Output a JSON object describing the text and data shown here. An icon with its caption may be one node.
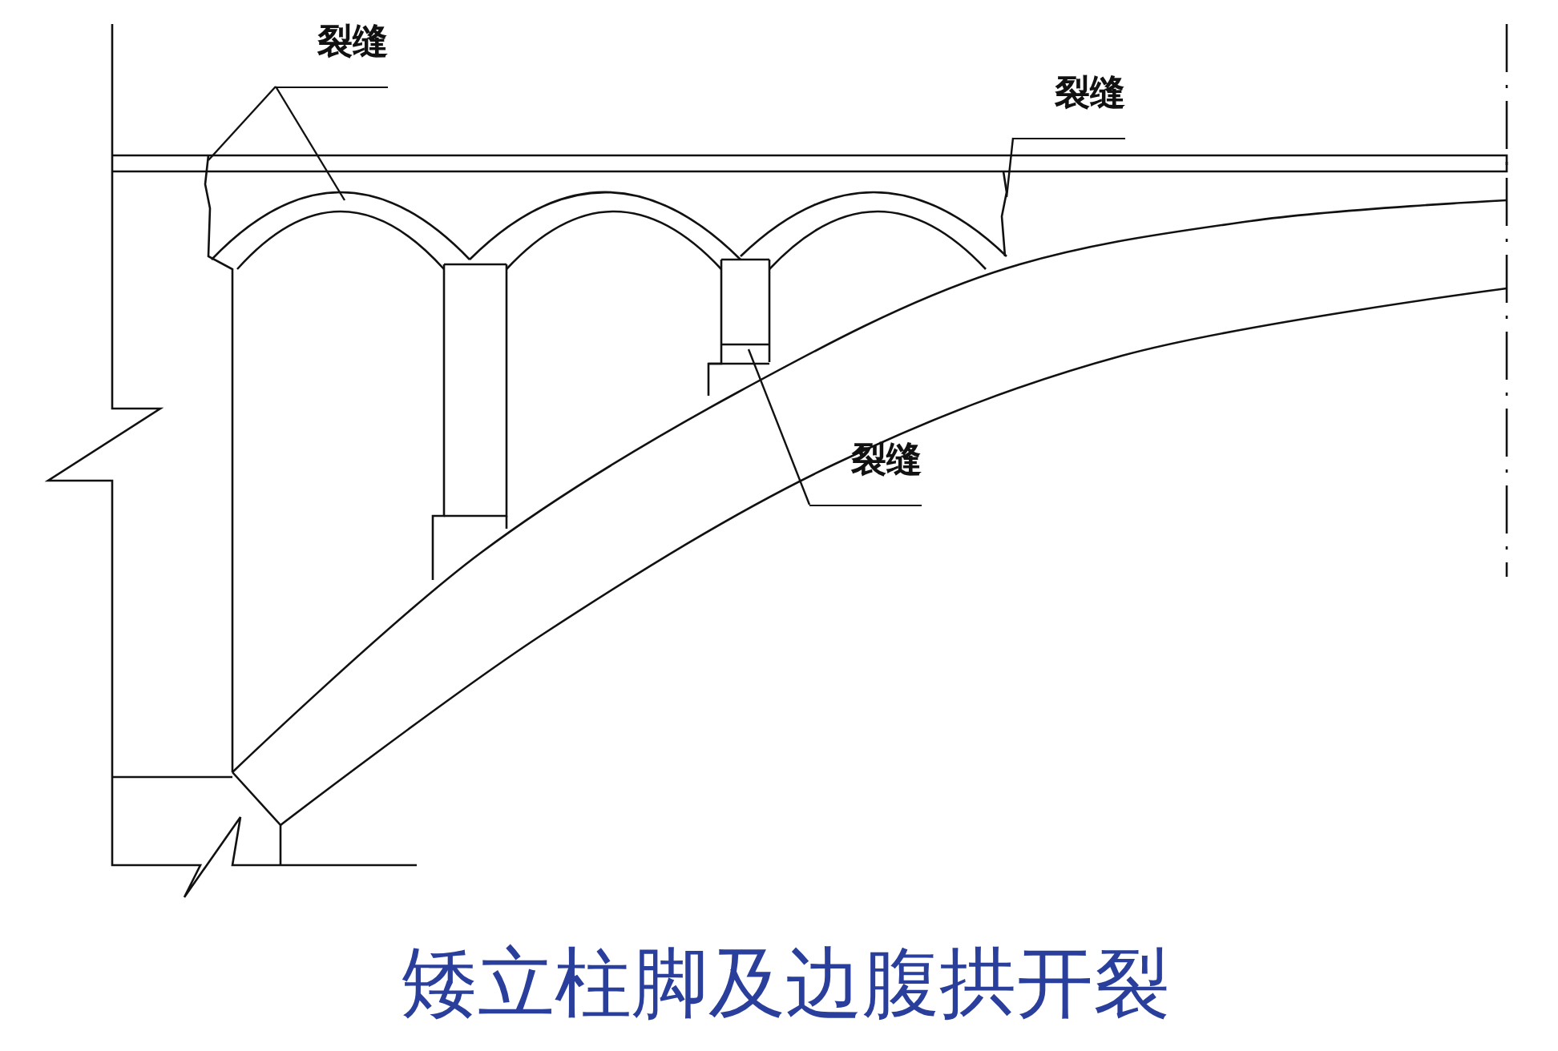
{
  "diagram": {
    "caption": "矮立柱脚及边腹拱开裂",
    "nodes": [
      {
        "text": [
          "裂缝"
        ]
      },
      {
        "text": [
          "裂缝"
        ]
      },
      {
        "text": [
          "裂缝"
        ]
      }
    ],
    "edges": [
      {
        "from": 0,
        "to": null,
        "arrow": "none"
      },
      {
        "from": 0,
        "to": null,
        "arrow": "none"
      },
      {
        "from": 1,
        "to": null,
        "arrow": "none"
      },
      {
        "from": 2,
        "to": null,
        "arrow": "none"
      }
    ]
  }
}
